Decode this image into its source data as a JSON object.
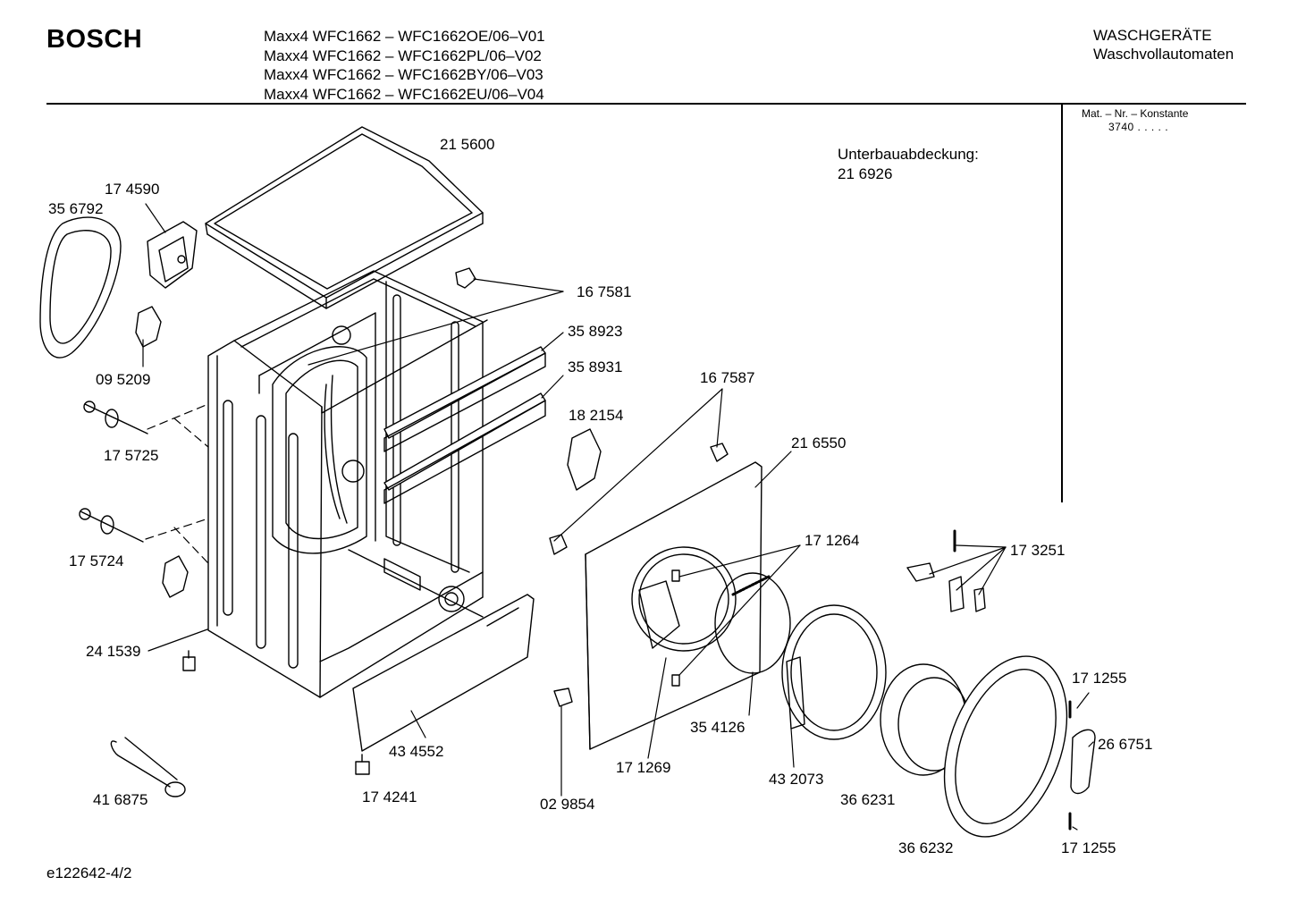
{
  "header": {
    "brand": "BOSCH",
    "models": [
      "Maxx4 WFC1662 – WFC1662OE/06–V01",
      "Maxx4 WFC1662 – WFC1662PL/06–V02",
      "Maxx4 WFC1662 – WFC1662BY/06–V03",
      "Maxx4 WFC1662 – WFC1662EU/06–V04"
    ],
    "category": "WASCHGERÄTE",
    "subcategory": "Waschvollautomaten"
  },
  "sidebar": {
    "mat_label": "Mat. – Nr. – Konstante",
    "mat_value": "3740 .   .   .   .   ."
  },
  "note": {
    "label": "Unterbauabdeckung:",
    "value": "21 6926"
  },
  "footer": {
    "drawing_id": "e122642-4/2"
  },
  "parts": [
    {
      "id": "p1",
      "label": "21 5600"
    },
    {
      "id": "p2",
      "label": "17 4590"
    },
    {
      "id": "p3",
      "label": "35 6792"
    },
    {
      "id": "p4",
      "label": "16 7581"
    },
    {
      "id": "p5",
      "label": "35 8923"
    },
    {
      "id": "p6",
      "label": "35 8931"
    },
    {
      "id": "p7",
      "label": "09 5209"
    },
    {
      "id": "p8",
      "label": "16 7587"
    },
    {
      "id": "p9",
      "label": "18 2154"
    },
    {
      "id": "p10",
      "label": "21 6550"
    },
    {
      "id": "p11",
      "label": "17 5725"
    },
    {
      "id": "p12",
      "label": "17 5724"
    },
    {
      "id": "p13",
      "label": "17 1264"
    },
    {
      "id": "p14",
      "label": "17 3251"
    },
    {
      "id": "p15",
      "label": "24 1539"
    },
    {
      "id": "p16",
      "label": "17 1255"
    },
    {
      "id": "p17",
      "label": "43 4552"
    },
    {
      "id": "p18",
      "label": "35 4126"
    },
    {
      "id": "p19",
      "label": "26 6751"
    },
    {
      "id": "p20",
      "label": "17 1269"
    },
    {
      "id": "p21",
      "label": "41 6875"
    },
    {
      "id": "p22",
      "label": "17 4241"
    },
    {
      "id": "p23",
      "label": "02 9854"
    },
    {
      "id": "p24",
      "label": "43 2073"
    },
    {
      "id": "p25",
      "label": "36 6231"
    },
    {
      "id": "p26",
      "label": "36 6232"
    },
    {
      "id": "p27",
      "label": "17 1255"
    }
  ]
}
